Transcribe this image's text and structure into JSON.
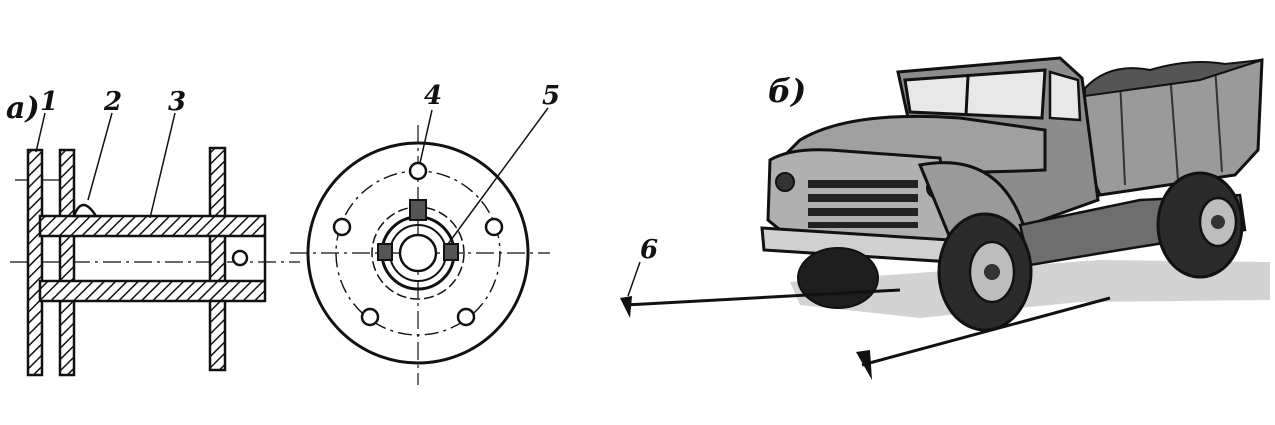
{
  "panel_a": {
    "marker": "а)",
    "labels": {
      "l1": "1",
      "l2": "2",
      "l3": "3",
      "l4": "4",
      "l5": "5"
    }
  },
  "panel_b": {
    "marker": "б)",
    "labels": {
      "l6": "6"
    }
  },
  "colors": {
    "ink": "#111111",
    "body_gray": "#8c8c8c",
    "dark": "#2a2a2a",
    "background": "#ffffff"
  }
}
